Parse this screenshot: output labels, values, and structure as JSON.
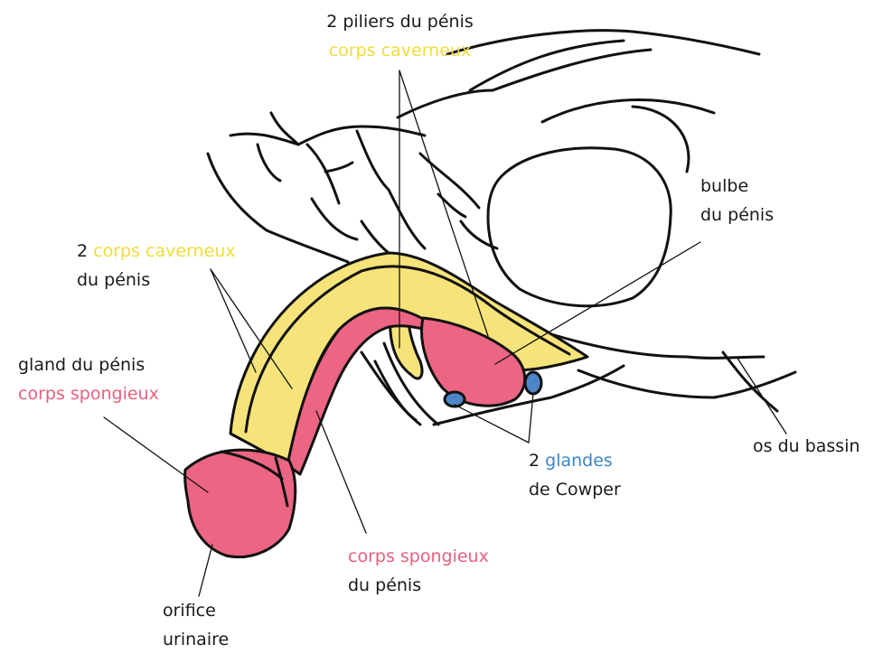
{
  "colors": {
    "ink": "#111111",
    "text": "#1a1a1a",
    "yellow": "#f6e47a",
    "yellow_text": "#f0dc3c",
    "pink": "#ec6583",
    "pink_text": "#ea5f7c",
    "blue": "#4c86c6",
    "blue_text": "#3a86c8"
  },
  "labels": {
    "piliers": {
      "line1": "2 piliers du pénis",
      "line2": "corps caverneux"
    },
    "bulbe": {
      "line1": "bulbe",
      "line2": "du pénis"
    },
    "corps_caverneux": {
      "prefix": "2 ",
      "colored": "corps caverneux",
      "line2": "du pénis"
    },
    "gland": {
      "line1": "gland du pénis",
      "line2": "corps spongieux"
    },
    "os": {
      "line1": "os du bassin"
    },
    "cowper": {
      "prefix": "2 ",
      "colored": "glandes",
      "line2": "de Cowper"
    },
    "spongieux": {
      "line1": "corps spongieux",
      "line2": "du pénis"
    },
    "orifice": {
      "line1": "orifice",
      "line2": "urinaire"
    }
  }
}
